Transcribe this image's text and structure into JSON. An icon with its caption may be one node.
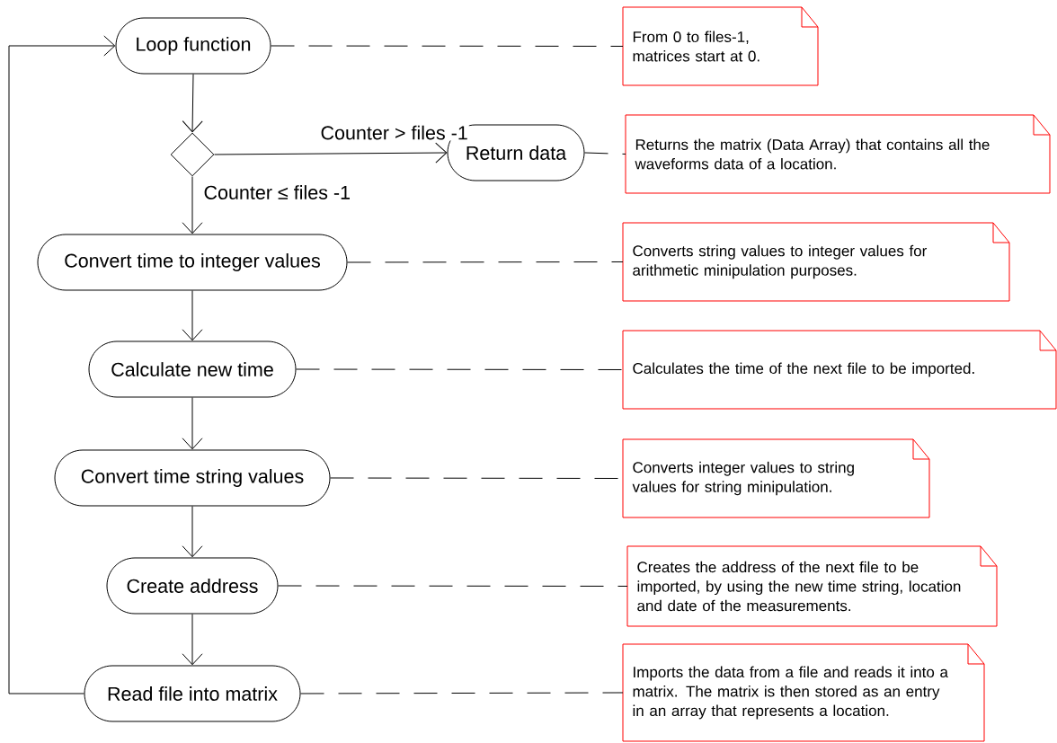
{
  "diagram": {
    "nodes": [
      {
        "text": [
          "Loop function"
        ]
      },
      {
        "text": [],
        "shape": "diamond"
      },
      {
        "text": [
          "Return data"
        ]
      },
      {
        "text": [
          "Convert time to integer values"
        ]
      },
      {
        "text": [
          "Calculate new time"
        ]
      },
      {
        "text": [
          "Convert time string values"
        ]
      },
      {
        "text": [
          "Create address"
        ]
      },
      {
        "text": [
          "Read file into matrix"
        ]
      },
      {
        "text": [
          "From 0 to files-1, matrices start at 0."
        ]
      },
      {
        "text": [
          "Returns the matrix (Data Array) that contains all the waveforms data of a location."
        ]
      },
      {
        "text": [
          "Converts string values to integer values for arithmetic minipulation purposes."
        ]
      },
      {
        "text": [
          "Calculates the time of the next file to be imported."
        ]
      },
      {
        "text": [
          "Converts integer values to string values for string minipulation."
        ]
      },
      {
        "text": [
          "Creates the address of the next file to be imported, by using the new time string, location and date of the measurements."
        ]
      },
      {
        "text": [
          "Imports the data from a file and reads it into a matrix. The matrix is then stored as an entry in an array that represents a location."
        ]
      }
    ],
    "edges": [
      {
        "from": 0,
        "to": 1,
        "arrow": "to"
      },
      {
        "from": 1,
        "to": 2,
        "arrow": "to",
        "label": "Counter > files -1"
      },
      {
        "from": 1,
        "to": 3,
        "arrow": "to",
        "label": "Counter ≤ files -1"
      },
      {
        "from": 3,
        "to": 4,
        "arrow": "to"
      },
      {
        "from": 4,
        "to": 5,
        "arrow": "to"
      },
      {
        "from": 5,
        "to": 6,
        "arrow": "to"
      },
      {
        "from": 6,
        "to": 7,
        "arrow": "to"
      },
      {
        "from": 7,
        "to": 0,
        "arrow": "to"
      },
      {
        "from": 0,
        "to": 8,
        "arrow": "none",
        "style": "dashed"
      },
      {
        "from": 2,
        "to": 9,
        "arrow": "none",
        "style": "dashed"
      },
      {
        "from": 3,
        "to": 10,
        "arrow": "none",
        "style": "dashed"
      },
      {
        "from": 4,
        "to": 11,
        "arrow": "none",
        "style": "dashed"
      },
      {
        "from": 5,
        "to": 12,
        "arrow": "none",
        "style": "dashed"
      },
      {
        "from": 6,
        "to": 13,
        "arrow": "none",
        "style": "dashed"
      },
      {
        "from": 7,
        "to": 14,
        "arrow": "none",
        "style": "dashed"
      }
    ]
  }
}
